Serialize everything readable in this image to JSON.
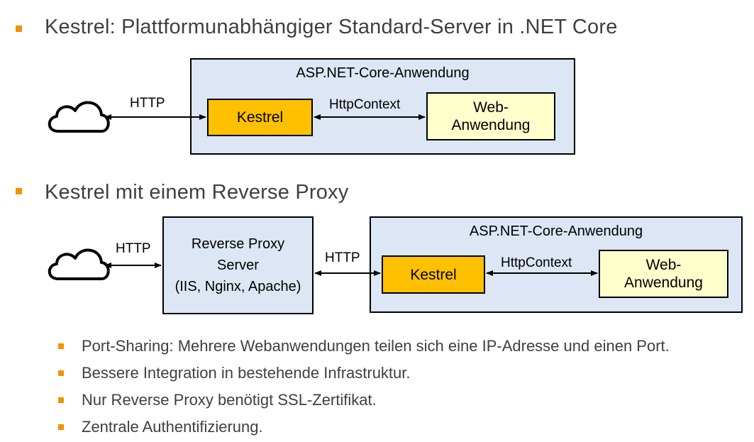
{
  "section1": {
    "heading": "Kestrel: Plattformunabhängiger Standard-Server in .NET Core",
    "app_title": "ASP.NET-Core-Anwendung",
    "kestrel": "Kestrel",
    "webapp_line1": "Web-",
    "webapp_line2": "Anwendung",
    "http_label": "HTTP",
    "httpcontext_label": "HttpContext"
  },
  "section2": {
    "heading": "Kestrel mit einem Reverse Proxy",
    "proxy_line1": "Reverse Proxy",
    "proxy_line2": "Server",
    "proxy_line3": "(IIS, Nginx, Apache)",
    "app_title": "ASP.NET-Core-Anwendung",
    "kestrel": "Kestrel",
    "webapp_line1": "Web-",
    "webapp_line2": "Anwendung",
    "http_label_1": "HTTP",
    "http_label_2": "HTTP",
    "httpcontext_label": "HttpContext"
  },
  "points": [
    "Port-Sharing: Mehrere Webanwendungen teilen sich eine IP-Adresse und einen Port.",
    "Bessere Integration in bestehende Infrastruktur.",
    "Nur Reverse Proxy benötigt SSL-Zertifikat.",
    "Zentrale Authentifizierung."
  ],
  "colors": {
    "bullet": "#f39200",
    "app_bg": "#dce6f4",
    "kestrel_bg": "#ffc000",
    "webapp_bg": "#ffffcc"
  },
  "icons": [
    "cloud-icon"
  ]
}
